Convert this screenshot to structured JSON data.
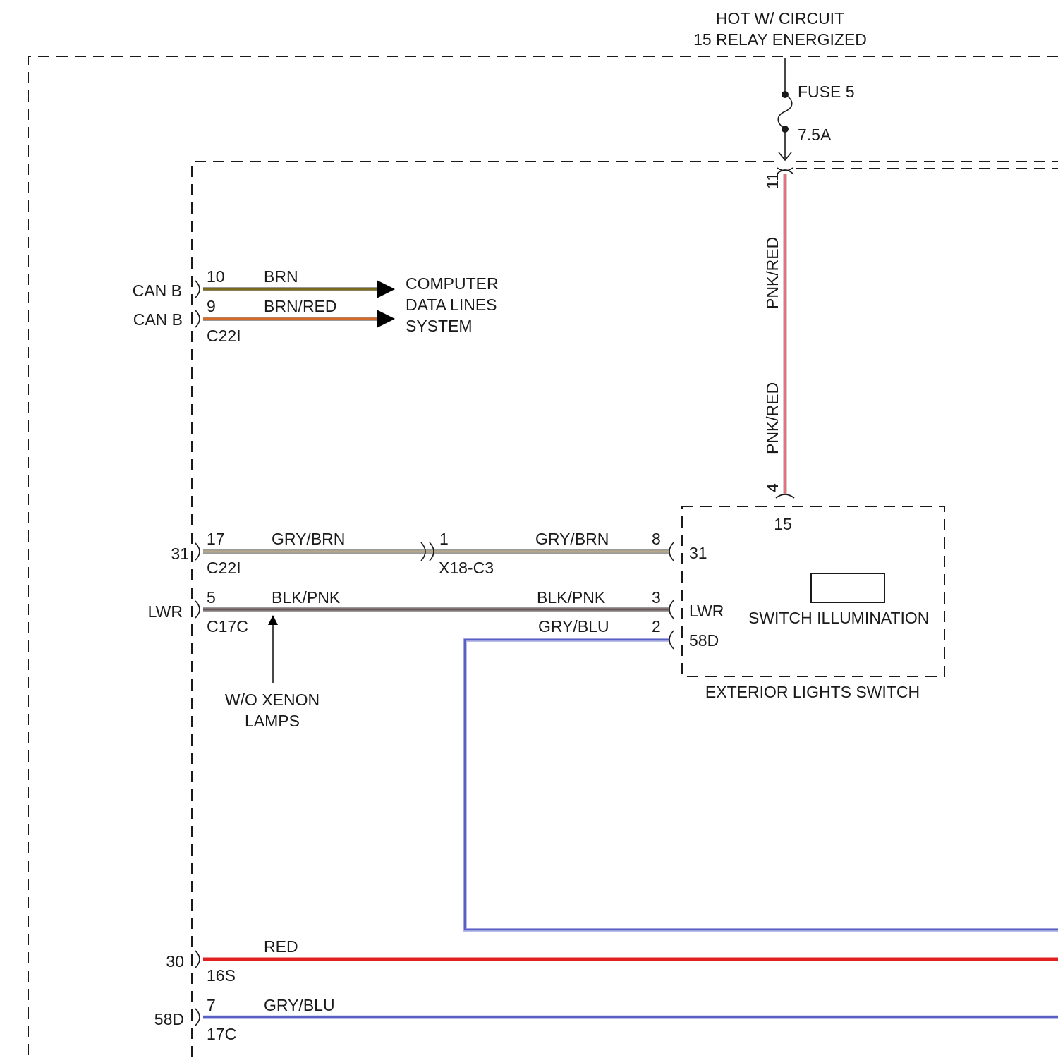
{
  "header": {
    "hot_line1": "HOT W/ CIRCUIT",
    "hot_line2": "15 RELAY ENERGIZED"
  },
  "fuse": {
    "name": "FUSE 5",
    "rating": "7.5A"
  },
  "vertical_wire": {
    "top_pin": "11",
    "bottom_pin": "4",
    "color_upper": "PNK/RED",
    "color_lower": "PNK/RED",
    "color_hex": "#e8707c"
  },
  "can_lines": {
    "can_b_1": "CAN B",
    "can_b_2": "CAN B",
    "pin_10": "10",
    "pin_9": "9",
    "brn_label": "BRN",
    "brn_red_label": "BRN/RED",
    "connector": "C22I",
    "destination_line1": "COMPUTER",
    "destination_line2": "DATA LINES",
    "destination_line3": "SYSTEM",
    "brn_hex": "#7a6a1e",
    "brn_red_hex": "#d46a2a"
  },
  "circuit_31": {
    "left_label": "31",
    "pin_17": "17",
    "wire_left": "GRY/BRN",
    "connector_left": "C22I",
    "inline_pin": "1",
    "inline_connector": "X18-C3",
    "wire_right": "GRY/BRN",
    "switch_pin": "8",
    "wire_hex": "#b7a889"
  },
  "circuit_lwr": {
    "left_label": "LWR",
    "pin_5": "5",
    "wire_left": "BLK/PNK",
    "connector_left": "C17C",
    "wire_right": "BLK/PNK",
    "switch_pin": "3",
    "note_line1": "W/O XENON",
    "note_line2": "LAMPS",
    "wire_hex": "#6b5658"
  },
  "circuit_58d_switch": {
    "wire": "GRY/BLU",
    "switch_pin": "2",
    "wire_hex": "#5a5fc4"
  },
  "switch": {
    "pin_15": "15",
    "terminal_31": "31",
    "terminal_lwr": "LWR",
    "terminal_58d": "58D",
    "illumination": "SWITCH ILLUMINATION",
    "title": "EXTERIOR LIGHTS SWITCH"
  },
  "bottom": {
    "label_30": "30",
    "red_wire": "RED",
    "connector_16s": "16S",
    "red_hex": "#e32020",
    "label_58d": "58D",
    "pin_7": "7",
    "gry_blu_wire": "GRY/BLU",
    "connector_17c": "17C",
    "gry_blu_hex": "#5a5fc4"
  }
}
